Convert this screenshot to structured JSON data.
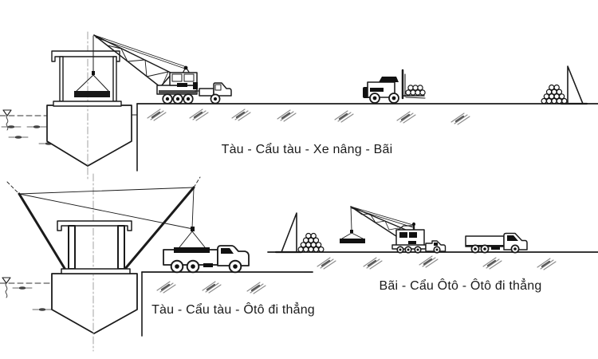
{
  "diagram": {
    "schemes": [
      {
        "caption": "Tàu - Cẩu tàu - Xe nâng - Bãi",
        "elements": [
          "ship-icon",
          "truck-crane-icon",
          "forklift-icon",
          "cargo-pile-icon",
          "marker-pole-icon"
        ]
      },
      {
        "caption": "Tàu - Cẩu tàu - Ôtô đi thẳng",
        "elements": [
          "derrick-ship-icon",
          "flatbed-truck-icon"
        ]
      },
      {
        "caption": "Bãi - Cẩu Ôtô - Ôtô đi thẳng",
        "elements": [
          "marker-pole-icon",
          "cargo-pile-icon",
          "truck-crane-icon",
          "dump-truck-icon"
        ]
      }
    ]
  },
  "colors": {
    "ink": "#1b1b1b",
    "muted": "#8a8a8a",
    "water_mark": "#555555",
    "background": "#ffffff"
  }
}
